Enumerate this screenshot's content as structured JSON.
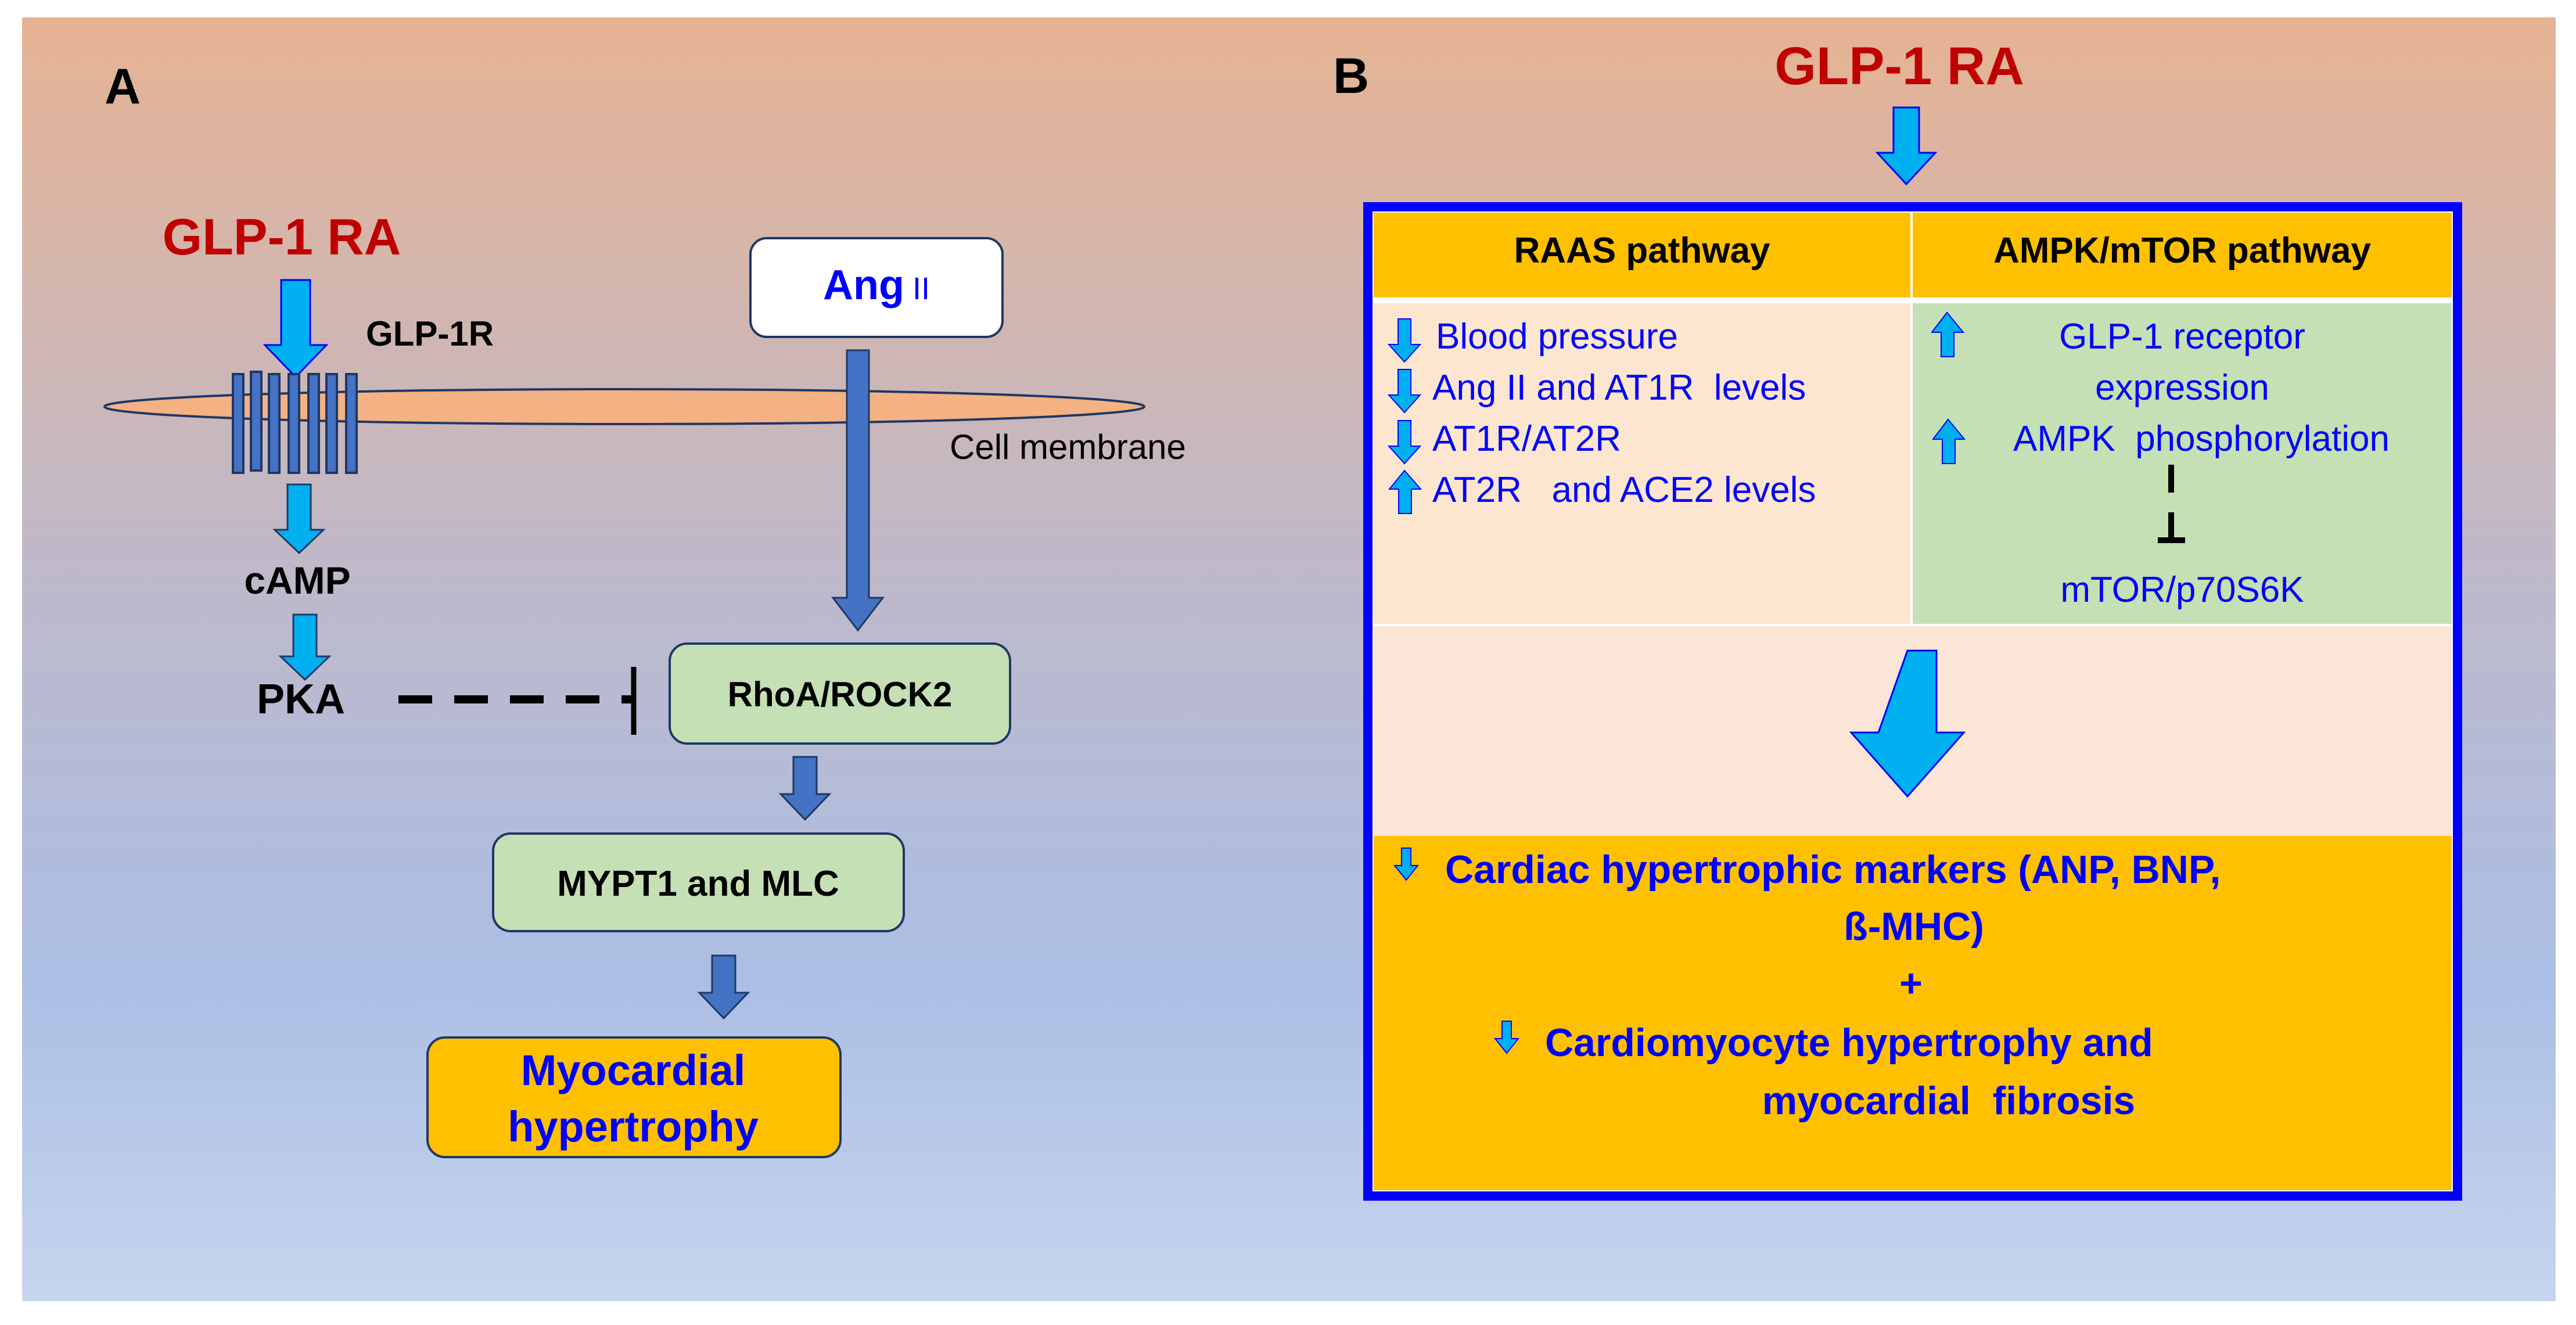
{
  "colors": {
    "bg_top": "#e6b393",
    "bg_bottom": "#c6d5ee",
    "drug_red": "#c00000",
    "text_blue": "#0000ff",
    "arrow_cyan": "#00b0f0",
    "arrow_steel": "#4472c4",
    "membrane": "#f4b183",
    "green_box": "#c5e0b4",
    "orange_box": "#ffc000",
    "frame_blue": "#0000ff",
    "peach": "#fde6cf",
    "pink": "#fbe5d6"
  },
  "panel_a": {
    "label": "A",
    "drug": "GLP-1 RA",
    "receptor": "GLP-1R",
    "membrane_label": "Cell membrane",
    "camp": "cAMP",
    "pka": "PKA",
    "ang": "Ang",
    "ang_suffix": "II",
    "rhoa": "RhoA/ROCK2",
    "mypt": "MYPT1 and MLC",
    "outcome_line1": "Myocardial",
    "outcome_line2": "hypertrophy"
  },
  "panel_b": {
    "label": "B",
    "drug": "GLP-1 RA",
    "table": {
      "headers": [
        "RAAS pathway",
        "AMPK/mTOR pathway"
      ],
      "raas_items": [
        {
          "direction": "down",
          "text": "Blood pressure"
        },
        {
          "direction": "down",
          "text": "Ang II and AT1R  levels"
        },
        {
          "direction": "down",
          "text": "AT1R/AT2R"
        },
        {
          "direction": "up",
          "text": "AT2R   and ACE2 levels"
        }
      ],
      "ampk_items": [
        {
          "direction": "up",
          "line1": "GLP-1 receptor",
          "line2": "expression"
        },
        {
          "direction": "up",
          "line1": "AMPK  phosphorylation"
        }
      ],
      "ampk_target": "mTOR/p70S6K"
    },
    "outcome": {
      "line1": "Cardiac hypertrophic markers (ANP, BNP,",
      "line2": "ß-MHC)",
      "plus": "+",
      "line3": "Cardiomyocyte hypertrophy and",
      "line4": "myocardial  fibrosis"
    }
  }
}
